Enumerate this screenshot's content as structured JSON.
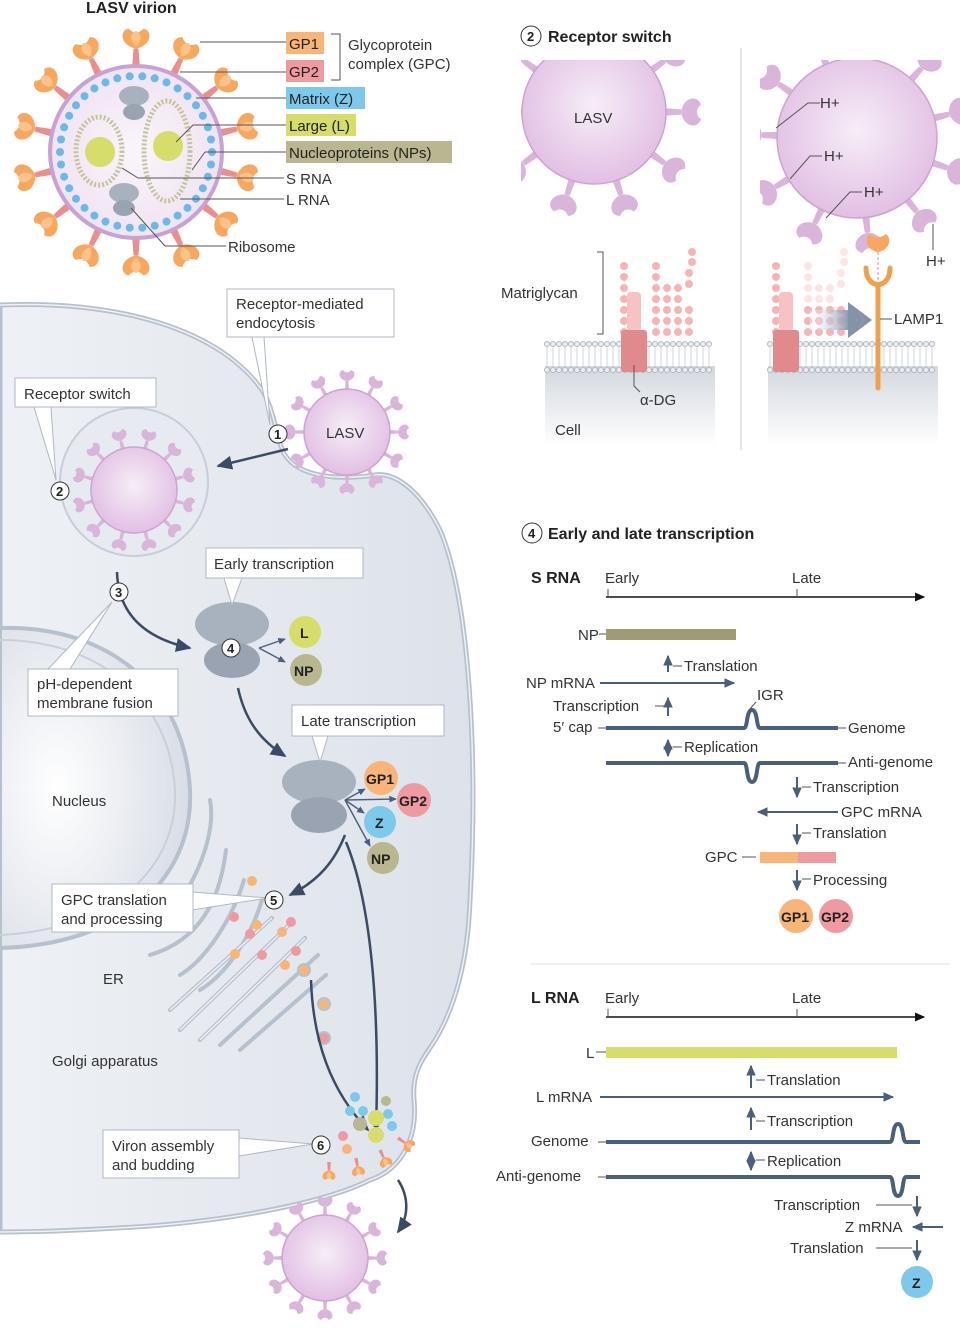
{
  "virion": {
    "title": "LASV virion",
    "legend": [
      {
        "label": "GP1",
        "color": "#f9b578"
      },
      {
        "label": "GP2",
        "color": "#ee9aa0"
      },
      {
        "label": "Matrix (Z)",
        "color": "#7ec8ec"
      },
      {
        "label": "Large (L)",
        "color": "#d6dd6a"
      },
      {
        "label": "Nucleoproteins (NPs)",
        "color": "#b9b690"
      }
    ],
    "gpc_label_line1": "Glycoprotein",
    "gpc_label_line2": "complex (GPC)",
    "s_rna": "S RNA",
    "l_rna": "L RNA",
    "ribosome": "Ribosome"
  },
  "cell": {
    "callouts": {
      "endocytosis_line1": "Receptor-mediated",
      "endocytosis_line2": "endocytosis",
      "receptor_switch": "Receptor switch",
      "early_transcription": "Early transcription",
      "ph_fusion_line1": "pH-dependent",
      "ph_fusion_line2": "membrane fusion",
      "late_transcription": "Late transcription",
      "gpc_line1": "GPC translation",
      "gpc_line2": "and processing",
      "assembly_line1": "Viron assembly",
      "assembly_line2": "and budding"
    },
    "lasv_label": "LASV",
    "nucleus": "Nucleus",
    "er": "ER",
    "golgi": "Golgi apparatus",
    "steps": [
      "1",
      "2",
      "3",
      "4",
      "5",
      "6"
    ],
    "early_products": [
      "L",
      "NP"
    ],
    "late_products": [
      "GP1",
      "GP2",
      "Z",
      "NP"
    ]
  },
  "receptor_switch_panel": {
    "step": "2",
    "title": "Receptor switch",
    "lasv": "LASV",
    "matriglycan": "Matriglycan",
    "alpha_dg": "α-DG",
    "cell": "Cell",
    "h_plus": "H+",
    "lamp1": "LAMP1"
  },
  "transcription_panel": {
    "step": "4",
    "title": "Early and late transcription",
    "s_rna": {
      "heading": "S RNA",
      "early": "Early",
      "late": "Late",
      "np": "NP",
      "translation": "Translation",
      "np_mrna": "NP mRNA",
      "transcription": "Transcription",
      "igr": "IGR",
      "five_cap": "5′ cap",
      "genome": "Genome",
      "replication": "Replication",
      "anti_genome": "Anti-genome",
      "transcription2": "Transcription",
      "gpc_mrna": "GPC mRNA",
      "translation2": "Translation",
      "gpc": "GPC",
      "processing": "Processing",
      "gp1": "GP1",
      "gp2": "GP2"
    },
    "l_rna": {
      "heading": "L RNA",
      "early": "Early",
      "late": "Late",
      "l": "L",
      "translation": "Translation",
      "l_mrna": "L mRNA",
      "transcription": "Transcription",
      "genome": "Genome",
      "replication": "Replication",
      "anti_genome": "Anti-genome",
      "transcription2": "Transcription",
      "z_mrna": "Z mRNA",
      "translation2": "Translation",
      "z": "Z"
    }
  },
  "colors": {
    "gp1": "#f9b578",
    "gp2": "#ee9aa0",
    "z": "#7ec8ec",
    "l": "#d6dd6a",
    "np": "#b9b690",
    "rna_line": "#4a5e7e",
    "virus_body": "#eedcef",
    "virus_spike": "#d9b5d9",
    "cell_fill": "#e4e8ef"
  }
}
